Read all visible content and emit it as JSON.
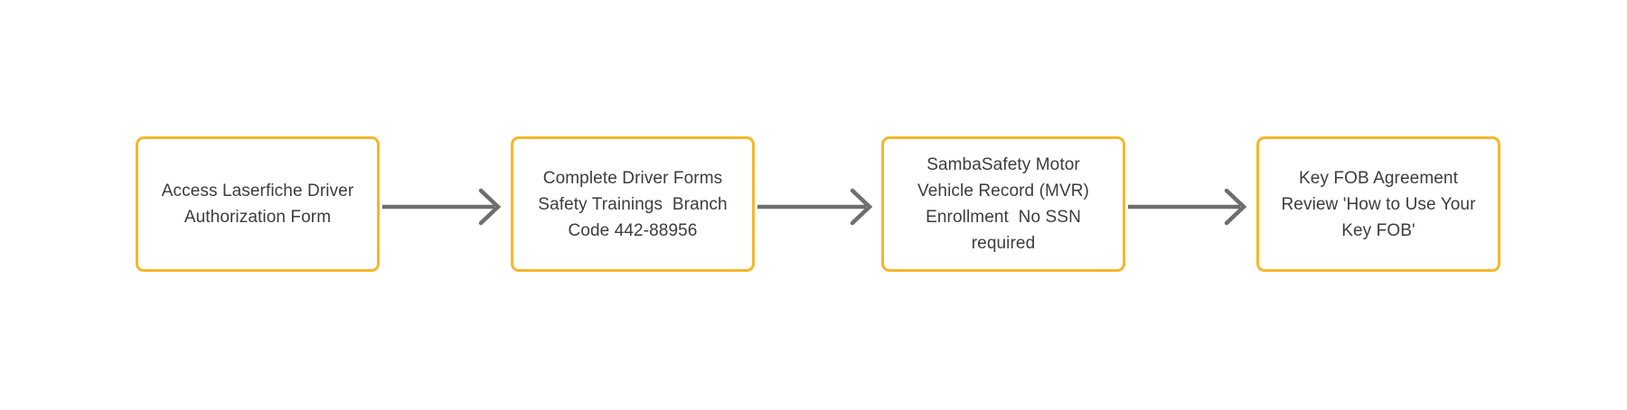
{
  "diagram": {
    "type": "horizontal-flowchart",
    "background_color": "#ffffff",
    "node_border_color": "#f5b72a",
    "node_fill_color": "#ffffff",
    "text_color": "#3c3c3c",
    "connector_color": "#6e6e6e",
    "node_count": 4,
    "connector_count": 3,
    "nodes": [
      {
        "id": "node-1",
        "label": "Access Laserfiche Driver Authorization Form",
        "lines": [
          "Access Laserfiche Driver",
          "Authorization Form"
        ]
      },
      {
        "id": "node-2",
        "label": "Complete Driver Forms Safety Trainings  Branch Code 442-88956",
        "lines": [
          "Complete Driver Forms",
          "Safety Trainings  Branch",
          "Code 442-88956"
        ]
      },
      {
        "id": "node-3",
        "label": "SambaSafety Motor Vehicle Record (MVR) Enrollment  No SSN required",
        "lines": [
          "SambaSafety Motor",
          "Vehicle Record (MVR)",
          "Enrollment  No SSN",
          "required"
        ]
      },
      {
        "id": "node-4",
        "label": "Key FOB Agreement Review 'How to Use Your Key FOB'",
        "lines": [
          "Key FOB Agreement",
          "Review 'How to Use Your",
          "Key FOB'"
        ]
      }
    ],
    "connectors": [
      {
        "id": "connector-1",
        "from": "node-1",
        "to": "node-2",
        "style": "arrow-right"
      },
      {
        "id": "connector-2",
        "from": "node-2",
        "to": "node-3",
        "style": "arrow-right"
      },
      {
        "id": "connector-3",
        "from": "node-3",
        "to": "node-4",
        "style": "arrow-right"
      }
    ]
  }
}
